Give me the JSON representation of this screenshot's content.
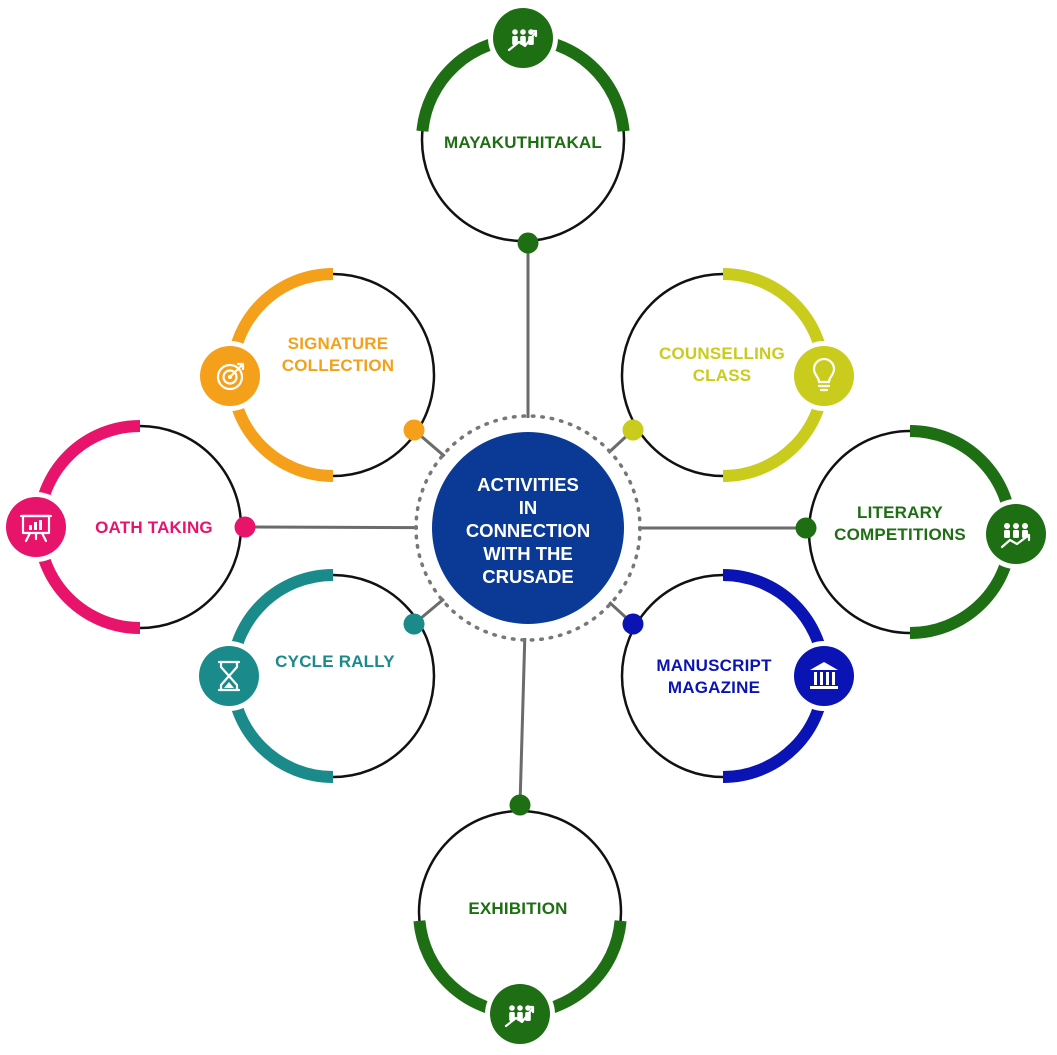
{
  "center": {
    "title": "ACTIVITIES\nIN\nCONNECTION\nWITH THE\nCRUSADE",
    "color": "#0a3a96"
  },
  "connector_color": "#6b6b6b",
  "activities": [
    {
      "id": "mayakuthitakal",
      "lines": [
        "MAYAKUTHITAKAL"
      ],
      "color": "#1e6e14",
      "icon": "people-growth-icon"
    },
    {
      "id": "signature-collection",
      "lines": [
        "SIGNATURE",
        "COLLECTION"
      ],
      "color": "#f5a01a",
      "icon": "target-icon"
    },
    {
      "id": "counselling-class",
      "lines": [
        "COUNSELLING",
        "CLASS"
      ],
      "color": "#c9cc1c",
      "icon": "lightbulb-icon"
    },
    {
      "id": "oath-taking",
      "lines": [
        "OATH TAKING"
      ],
      "color": "#e8136a",
      "icon": "presentation-board-icon"
    },
    {
      "id": "literary-competitions",
      "lines": [
        "LITERARY",
        "COMPETITIONS"
      ],
      "color": "#1e6e14",
      "icon": "team-chart-icon"
    },
    {
      "id": "cycle-rally",
      "lines": [
        "CYCLE RALLY"
      ],
      "color": "#1a8a8a",
      "icon": "hourglass-icon"
    },
    {
      "id": "manuscript-magazine",
      "lines": [
        "MANUSCRIPT",
        "MAGAZINE"
      ],
      "color": "#0a14b4",
      "icon": "institution-icon"
    },
    {
      "id": "exhibition",
      "lines": [
        "EXHIBITION"
      ],
      "color": "#1e6e14",
      "icon": "people-growth-icon"
    }
  ]
}
